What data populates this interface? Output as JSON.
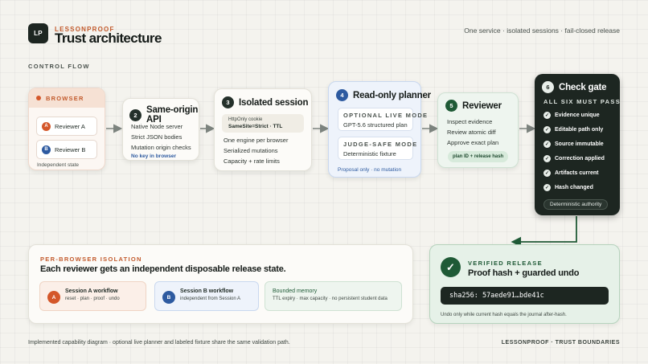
{
  "header": {
    "logo": "LP",
    "kicker": "LESSONPROOF",
    "title": "Trust architecture",
    "tagline": "One service · isolated sessions · fail-closed release"
  },
  "section_label": "CONTROL FLOW",
  "browser": {
    "title": "BROWSER",
    "reviewers": [
      {
        "badge": "A",
        "label": "Reviewer A"
      },
      {
        "badge": "B",
        "label": "Reviewer B"
      }
    ],
    "note": "Independent state"
  },
  "api": {
    "step": "2",
    "title": "Same-origin API",
    "lines": [
      "Native Node server",
      "Strict JSON bodies",
      "Mutation origin checks"
    ],
    "note": "No key in browser"
  },
  "session": {
    "step": "3",
    "title": "Isolated session",
    "cookie_label": "HttpOnly cookie",
    "cookie_value": "SameSite=Strict · TTL",
    "lines": [
      "One engine per browser",
      "Serialized mutations",
      "Capacity + rate limits"
    ]
  },
  "planner": {
    "step": "4",
    "title": "Read-only planner",
    "modes": [
      {
        "kicker": "OPTIONAL LIVE MODE",
        "value": "GPT-5.6 structured plan"
      },
      {
        "kicker": "JUDGE-SAFE MODE",
        "value": "Deterministic fixture"
      }
    ],
    "note": "Proposal only · no mutation"
  },
  "reviewer": {
    "step": "5",
    "title": "Reviewer",
    "lines": [
      "Inspect evidence",
      "Review atomic diff",
      "Approve exact plan"
    ],
    "pill": "plan ID + release hash"
  },
  "gate": {
    "step": "6",
    "title": "Check gate",
    "subtitle": "ALL SIX MUST PASS",
    "checks": [
      "Evidence unique",
      "Editable path only",
      "Source immutable",
      "Correction applied",
      "Artifacts current",
      "Hash changed"
    ],
    "pill": "Deterministic authority"
  },
  "isolation": {
    "kicker": "PER-BROWSER ISOLATION",
    "title": "Each reviewer gets an independent disposable release state.",
    "workflows": [
      {
        "badge": "A",
        "title": "Session A workflow",
        "sub": "reset · plan · proof · undo"
      },
      {
        "badge": "B",
        "title": "Session B workflow",
        "sub": "independent from Session A"
      }
    ],
    "memory": {
      "title": "Bounded memory",
      "sub": "TTL expiry · max capacity · no persistent student data"
    }
  },
  "release": {
    "kicker": "VERIFIED RELEASE",
    "title": "Proof hash + guarded undo",
    "hash": "sha256: 57aede91…bde41c",
    "note": "Undo only while current hash equals the journal after-hash."
  },
  "footer": {
    "left": "Implemented capability diagram · optional live planner and labeled fixture share the same validation path.",
    "right": "LESSONPROOF · TRUST BOUNDARIES"
  },
  "colors": {
    "accent_orange": "#c25a2c",
    "accent_blue": "#2d5aa0",
    "accent_green": "#1f5a36",
    "dark": "#1d2621"
  }
}
